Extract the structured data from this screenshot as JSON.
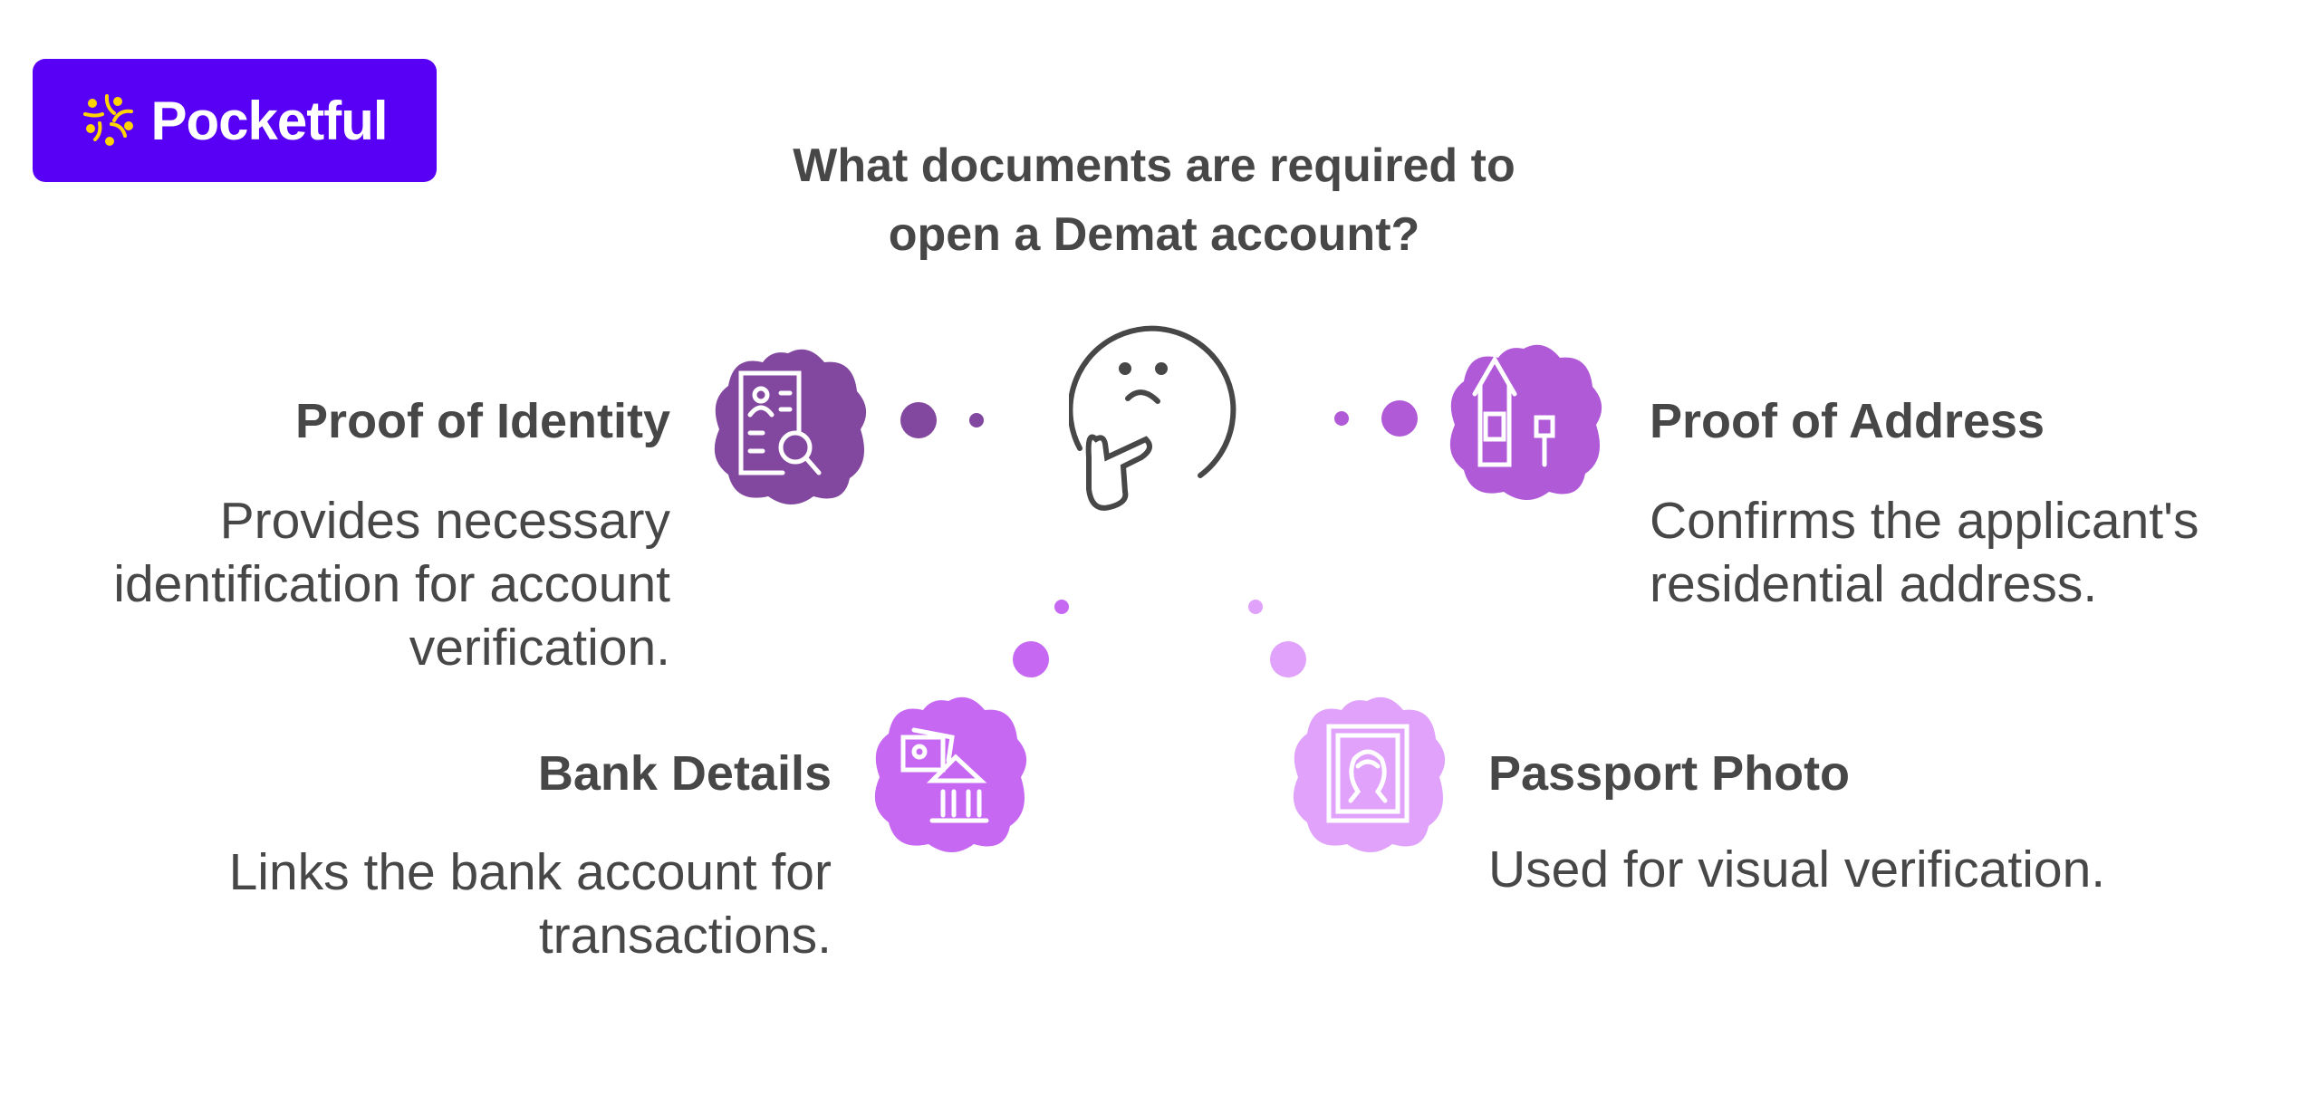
{
  "brand": {
    "name": "Pocketful",
    "color": "#5700f5",
    "accent": "#ffd400"
  },
  "title": {
    "line1": "What documents are required to",
    "line2": "open a Demat account?"
  },
  "items": [
    {
      "heading": "Proof of Identity",
      "desc": [
        "Provides necessary",
        "identification for account",
        "verification."
      ],
      "icon": "id-card-search-icon",
      "color": "#82479e"
    },
    {
      "heading": "Proof of Address",
      "desc": [
        "Confirms the applicant's",
        "residential address."
      ],
      "icon": "house-icon",
      "color": "#b05ad8"
    },
    {
      "heading": "Bank Details",
      "desc": [
        "Links the bank account for",
        "transactions."
      ],
      "icon": "bank-icon",
      "color": "#c768f2"
    },
    {
      "heading": "Passport Photo",
      "desc": [
        "Used for visual verification."
      ],
      "icon": "portrait-icon",
      "color": "#e0a2fa"
    }
  ],
  "center_icon": "thinking-face-icon"
}
